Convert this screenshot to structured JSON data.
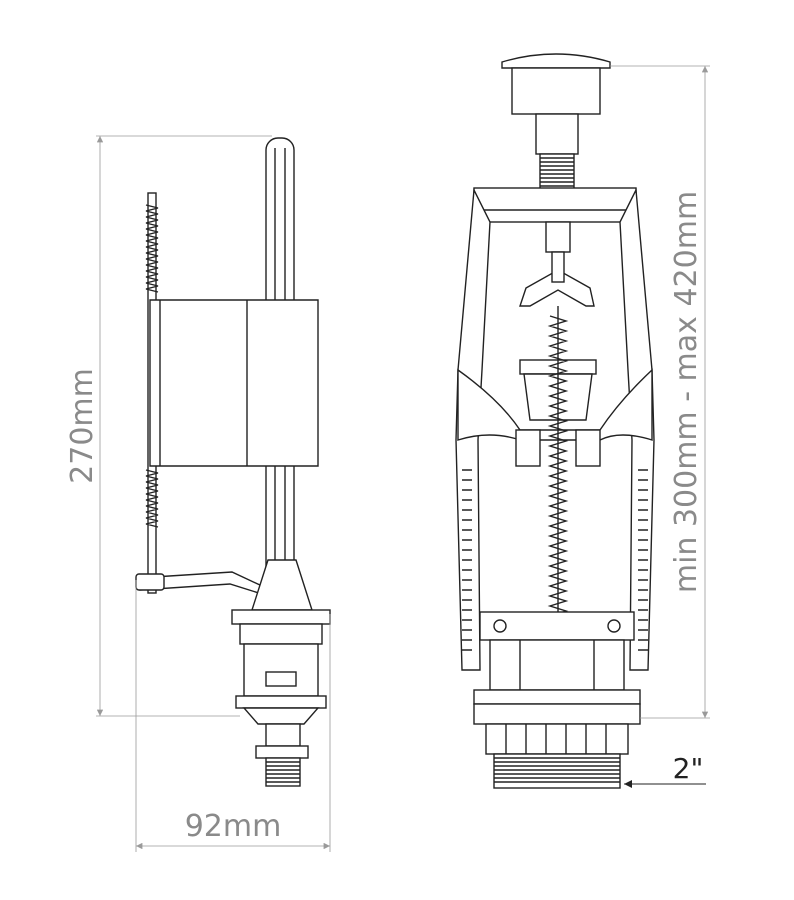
{
  "dimensions": {
    "inlet_valve_height": "270mm",
    "inlet_valve_width": "92mm",
    "flush_valve_height_range": "min 300mm - max 420mm",
    "outlet_thread_size": "2\""
  },
  "colors": {
    "outline": "#222222",
    "dimension_line": "#9a9a9a",
    "dimension_text": "#8a8a8a"
  }
}
